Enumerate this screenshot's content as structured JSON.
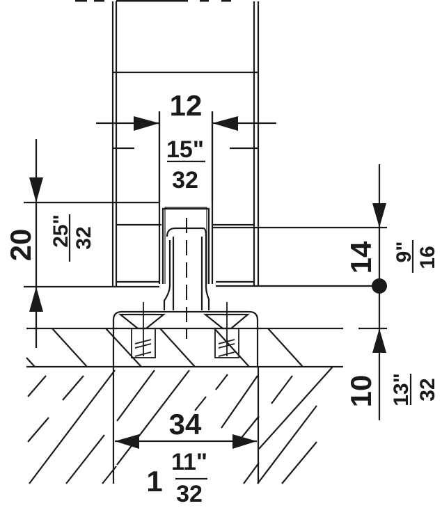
{
  "drawing": {
    "type": "technical-dimension-drawing",
    "subject": "sliding door floor guide - cross section",
    "line_color": "#1a1a1a",
    "background": "#ffffff"
  },
  "dimensions": {
    "guide_width": {
      "mm": "12",
      "inch_num": "15\"",
      "inch_den": "32"
    },
    "engagement_height": {
      "mm": "20",
      "inch_num": "25\"",
      "inch_den": "32"
    },
    "guide_height": {
      "mm": "14",
      "inch_num": "9\"",
      "inch_den": "16"
    },
    "floor_depth": {
      "mm": "10",
      "inch_num": "13\"",
      "inch_den": "32"
    },
    "base_width": {
      "mm": "34",
      "inch_whole": "1",
      "inch_num": "11\"",
      "inch_den": "32"
    }
  }
}
